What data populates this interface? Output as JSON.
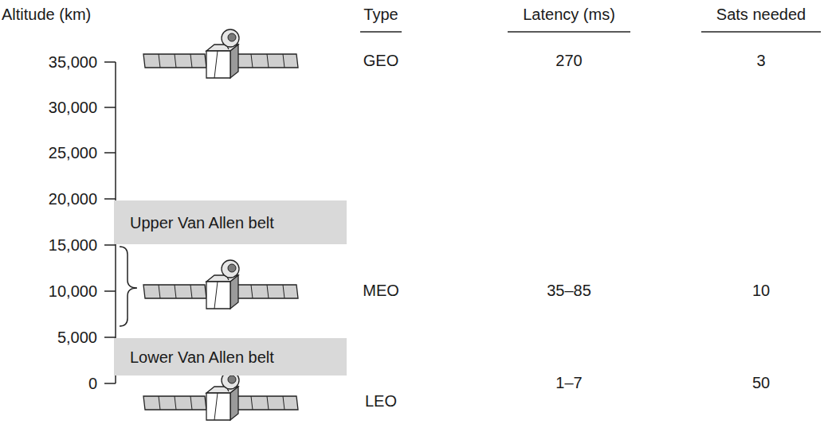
{
  "diagram": {
    "nodes": [
      {
        "text": [
          "Upper Van Allen belt"
        ]
      },
      {
        "text": [
          "Lower Van Allen belt"
        ]
      }
    ],
    "labels": [
      "Altitude (km)",
      "Type",
      "Latency (ms)",
      "Sats needed",
      "35,000",
      "30,000",
      "25,000",
      "20,000",
      "15,000",
      "10,000",
      "5,000",
      "0",
      "GEO",
      "270",
      "3",
      "MEO",
      "35–85",
      "10",
      "LEO",
      "1–7",
      "50"
    ]
  }
}
